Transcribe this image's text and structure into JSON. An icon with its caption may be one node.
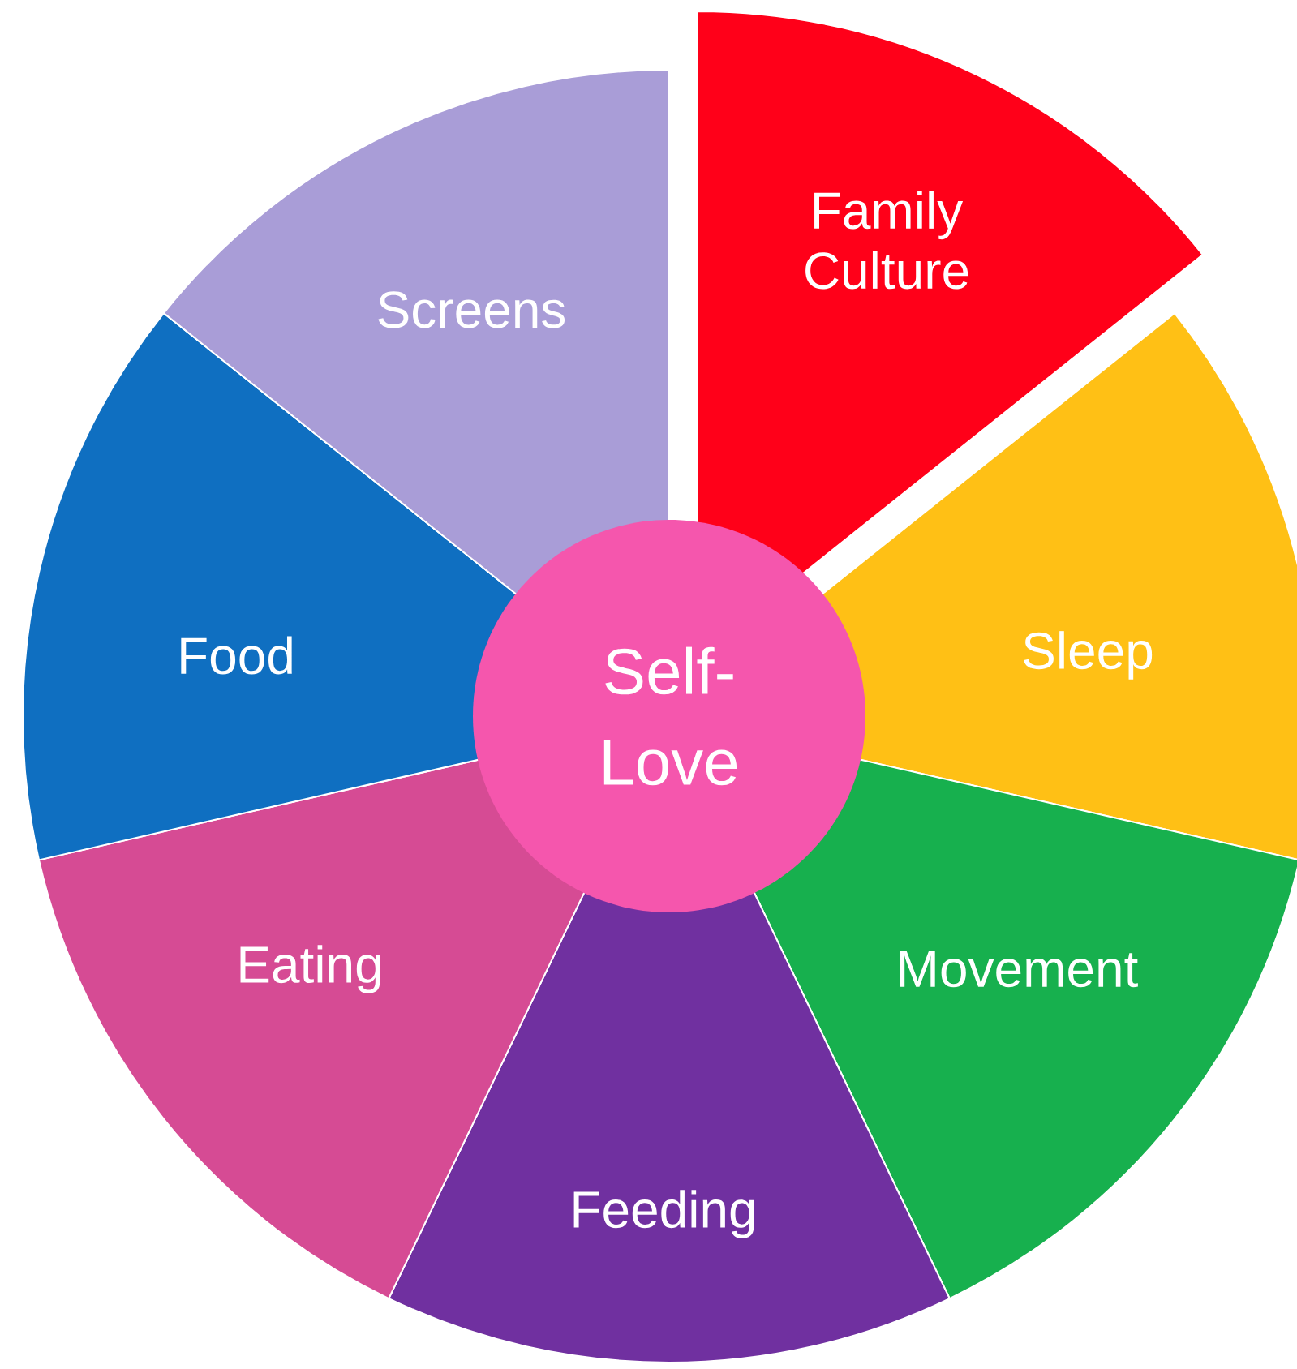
{
  "diagram": {
    "nodes": [
      {
        "text": [
          "Self-Love"
        ]
      },
      {
        "text": [
          "Family Culture"
        ]
      },
      {
        "text": [
          "Sleep"
        ]
      },
      {
        "text": [
          "Movement"
        ]
      },
      {
        "text": [
          "Feeding"
        ]
      },
      {
        "text": [
          "Eating"
        ]
      },
      {
        "text": [
          "Food"
        ]
      },
      {
        "text": [
          "Screens"
        ]
      }
    ]
  }
}
